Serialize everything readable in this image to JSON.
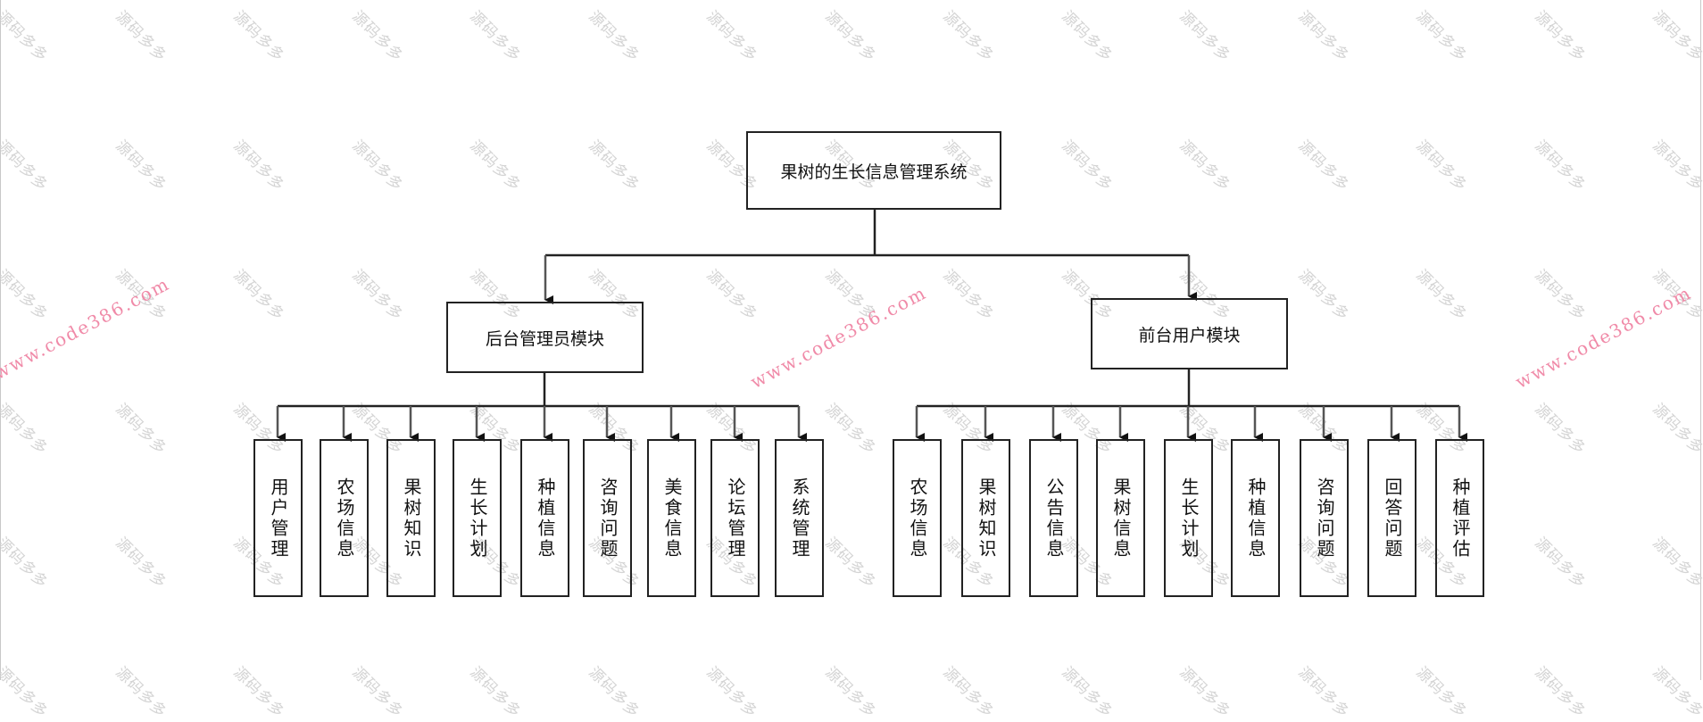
{
  "diagram": {
    "type": "hierarchy",
    "root": {
      "label": "果树的生长信息管理系统"
    },
    "modules": [
      {
        "label": "后台管理员模块",
        "children": [
          "用户管理",
          "农场信息",
          "果树知识",
          "生长计划",
          "种植信息",
          "咨询问题",
          "美食信息",
          "论坛管理",
          "系统管理"
        ]
      },
      {
        "label": "前台用户模块",
        "children": [
          "农场信息",
          "果树知识",
          "公告信息",
          "果树信息",
          "生长计划",
          "种植信息",
          "咨询问题",
          "回答问题",
          "种植评估"
        ]
      }
    ],
    "colors": {
      "line": "#222222",
      "box_border": "#222222",
      "watermark_gray": "#d4d4d4",
      "watermark_pink": "#f08aa8"
    }
  },
  "watermarks": {
    "text_cn": "源码多多",
    "url": "www.code386.com"
  }
}
